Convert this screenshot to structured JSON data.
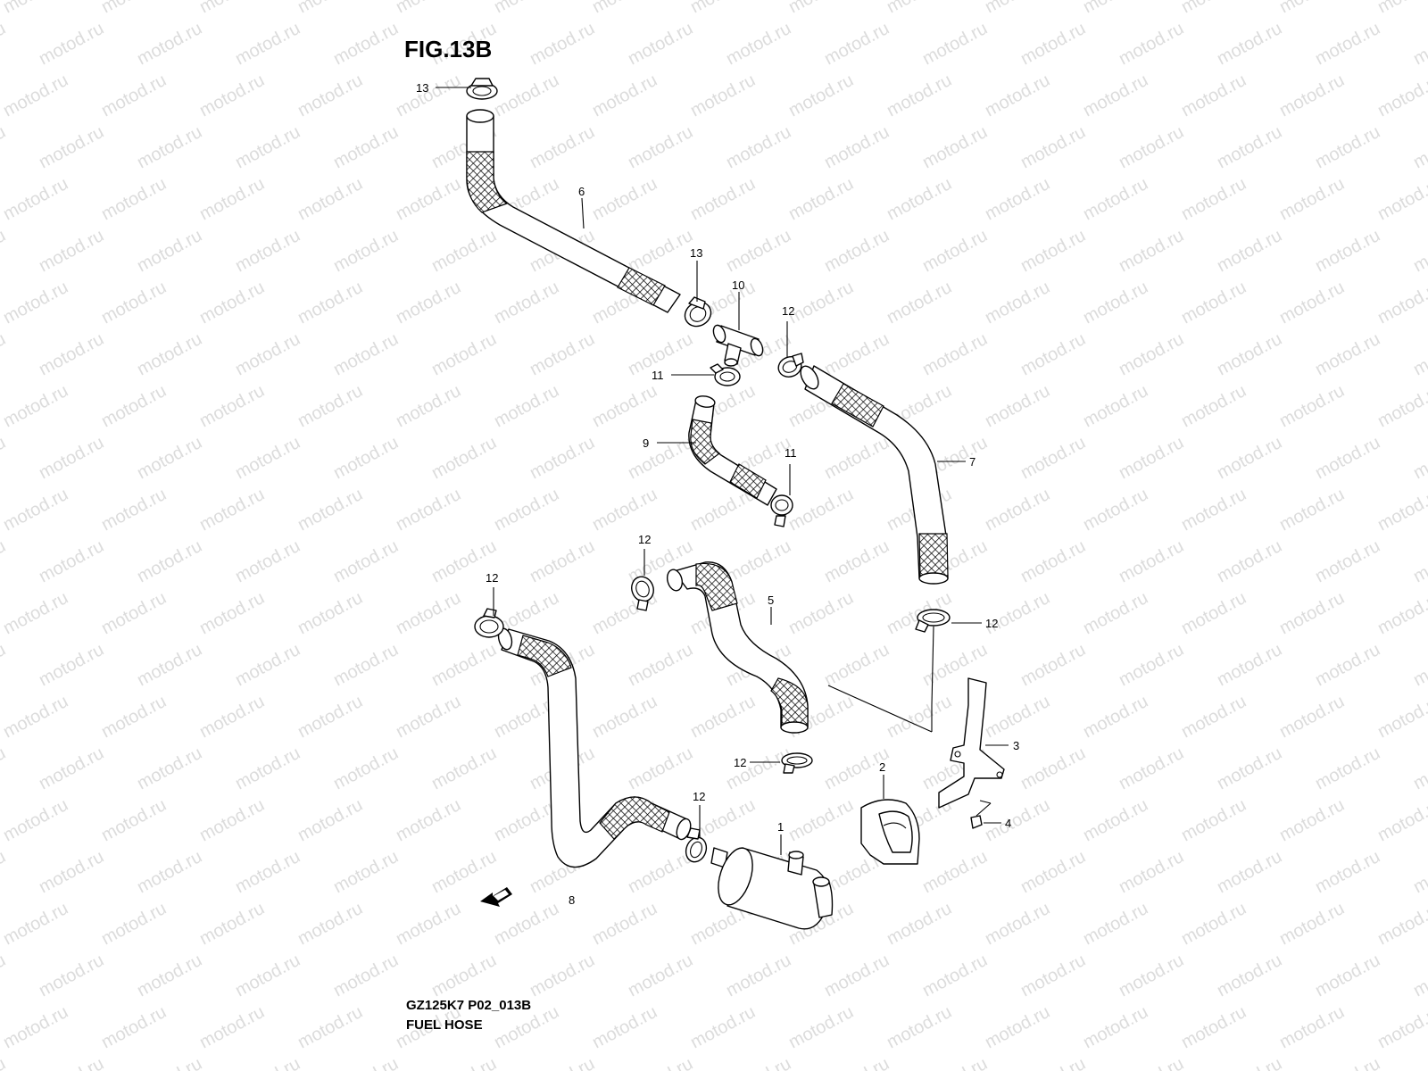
{
  "watermark": "motod.ru",
  "figure": {
    "title": "FIG.13B",
    "code": "GZ125K7 P02_013B",
    "name": "FUEL HOSE"
  },
  "callouts": {
    "c13a": "13",
    "c6": "6",
    "c13b": "13",
    "c10": "10",
    "c12a": "12",
    "c11a": "11",
    "c9": "9",
    "c11b": "11",
    "c7": "7",
    "c12b": "12",
    "c12c": "12",
    "c5": "5",
    "c12d": "12",
    "c3": "3",
    "c12e": "12",
    "c2": "2",
    "c12f": "12",
    "c1": "1",
    "c4": "4",
    "c8": "8"
  },
  "icons": {
    "front": "front-arrow-icon"
  }
}
